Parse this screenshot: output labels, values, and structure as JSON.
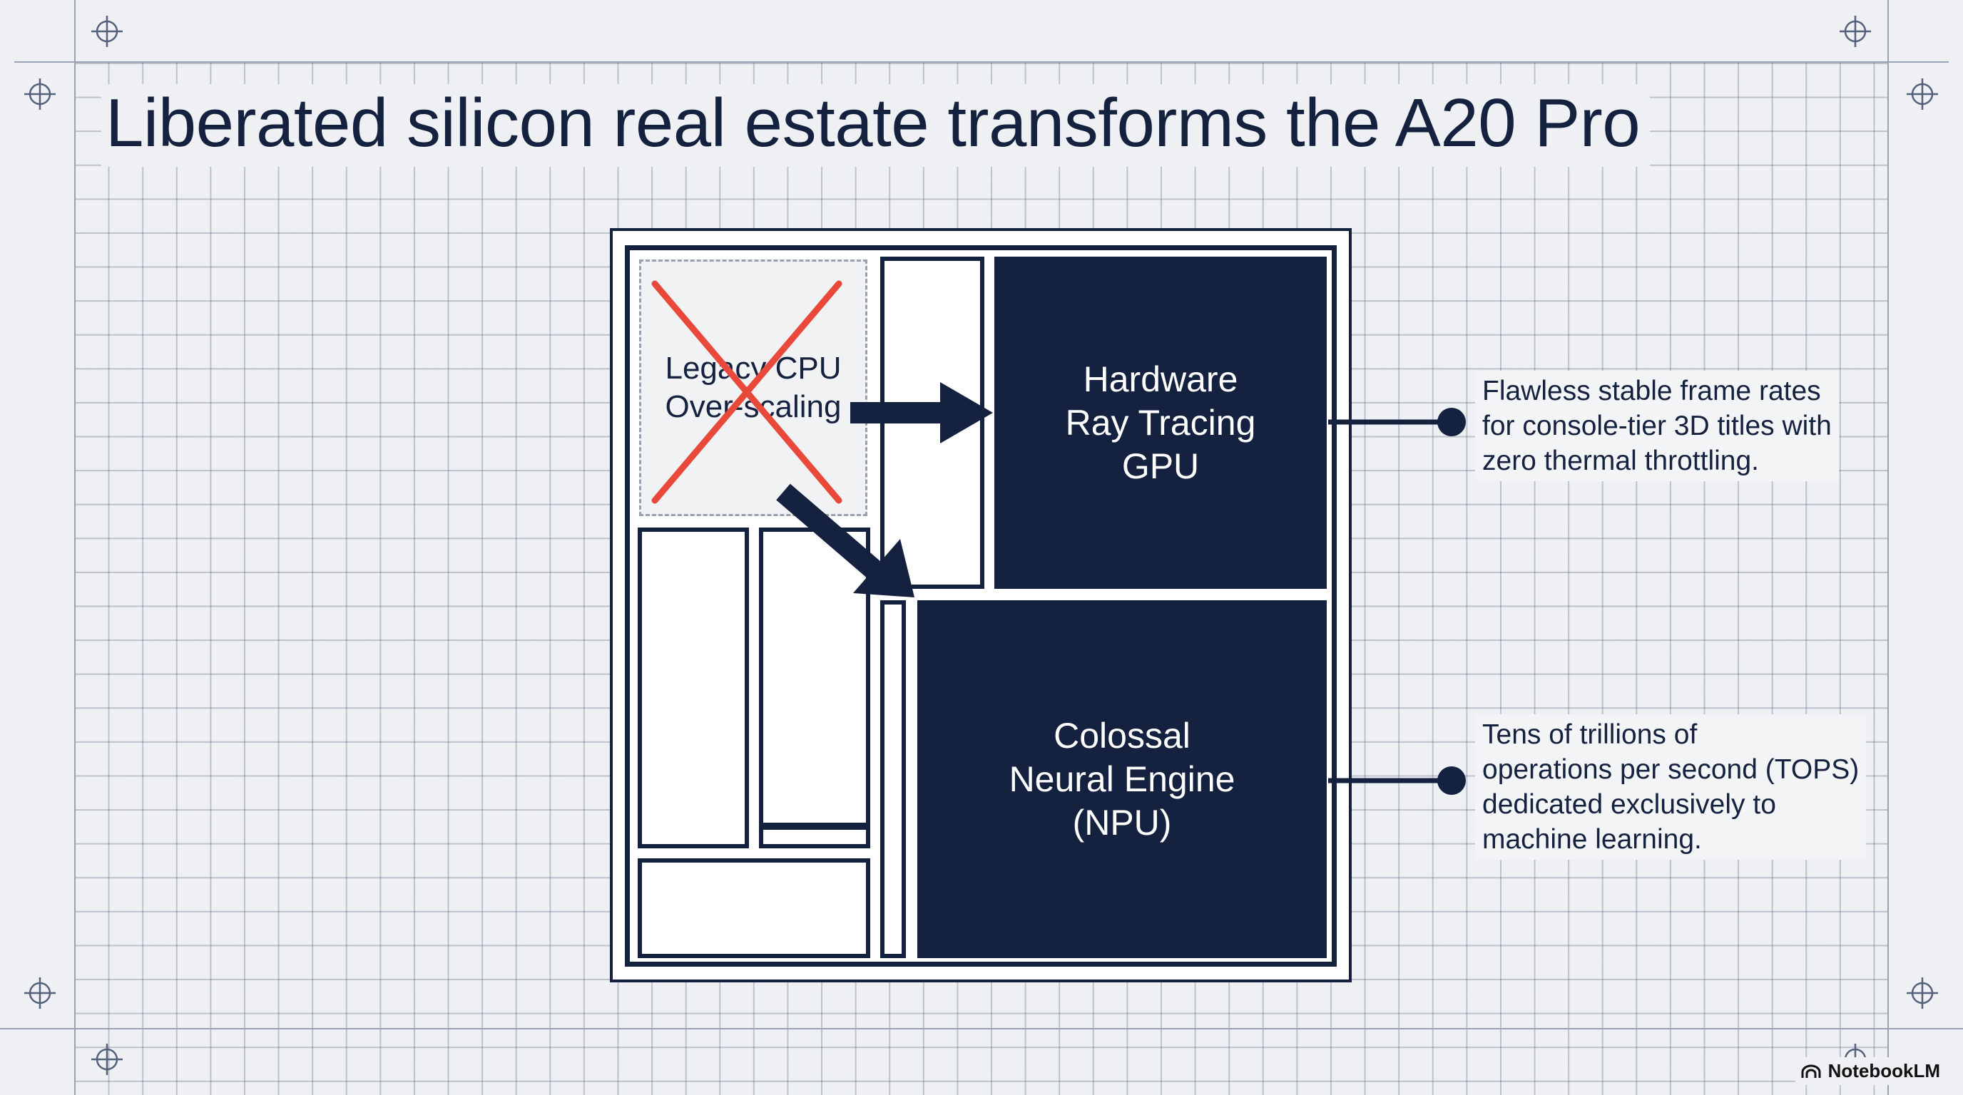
{
  "title": "Liberated silicon real estate transforms the A20 Pro",
  "blocks": {
    "legacy_cpu": "Legacy CPU\nOver-scaling",
    "gpu": "Hardware\nRay Tracing\nGPU",
    "npu": "Colossal\nNeural Engine\n(NPU)"
  },
  "callouts": {
    "gpu": "Flawless stable frame rates\nfor console-tier 3D titles with\nzero thermal throttling.",
    "npu": "Tens of trillions of\noperations per second (TOPS)\ndedicated exclusively to\nmachine learning."
  },
  "brand": {
    "name": "NotebookLM",
    "icon": "notebooklm-logo-icon"
  },
  "colors": {
    "navy": "#15223f",
    "cross_red": "#e8493a",
    "background": "#eef0f3"
  }
}
